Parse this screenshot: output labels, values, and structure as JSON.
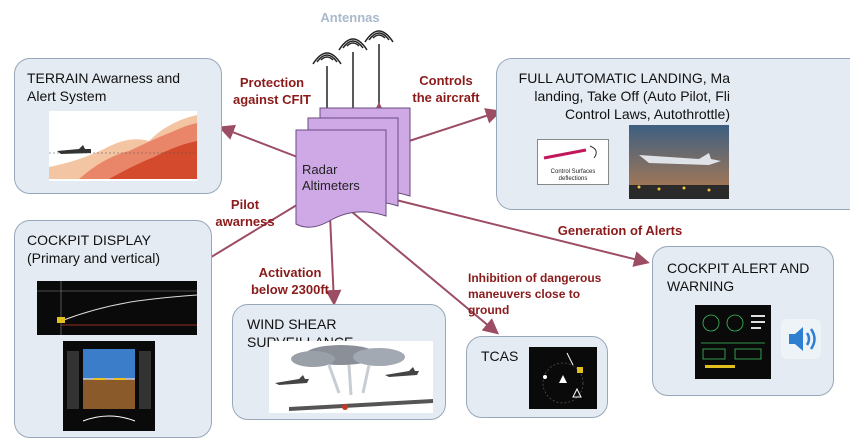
{
  "antennas_label": "Antennas",
  "center_label": "Radar\nAltimeters",
  "boxes": {
    "terrain": "TERRAIN Awarness and\nAlert System",
    "cockpit_display": "COCKPIT DISPLAY\n(Primary and vertical)",
    "wind_shear": "WIND SHEAR SURVEILLANCE",
    "tcas": "TCAS",
    "alert_warning": "COCKPIT ALERT AND\nWARNING",
    "auto_landing": "FULL AUTOMATIC LANDING, Ma\nlanding, Take Off (Auto Pilot, Fli\nControl Laws, Autothrottle)"
  },
  "arrow_labels": {
    "protection": "Protection\nagainst CFIT",
    "controls": "Controls\nthe aircraft",
    "pilot": "Pilot\nawarness",
    "activation": "Activation\nbelow 2300ft",
    "inhibition": "Inhibition of dangerous\nmaneuvers close to\nground",
    "alerts": "Generation of Alerts"
  },
  "inset_label": "Control Surfaces\ndeflections",
  "colors": {
    "arrow": "#9c4d63",
    "label": "#8b1a1a",
    "center_fill": "#cfa9e6",
    "box_fill": "#e4ebf2"
  }
}
